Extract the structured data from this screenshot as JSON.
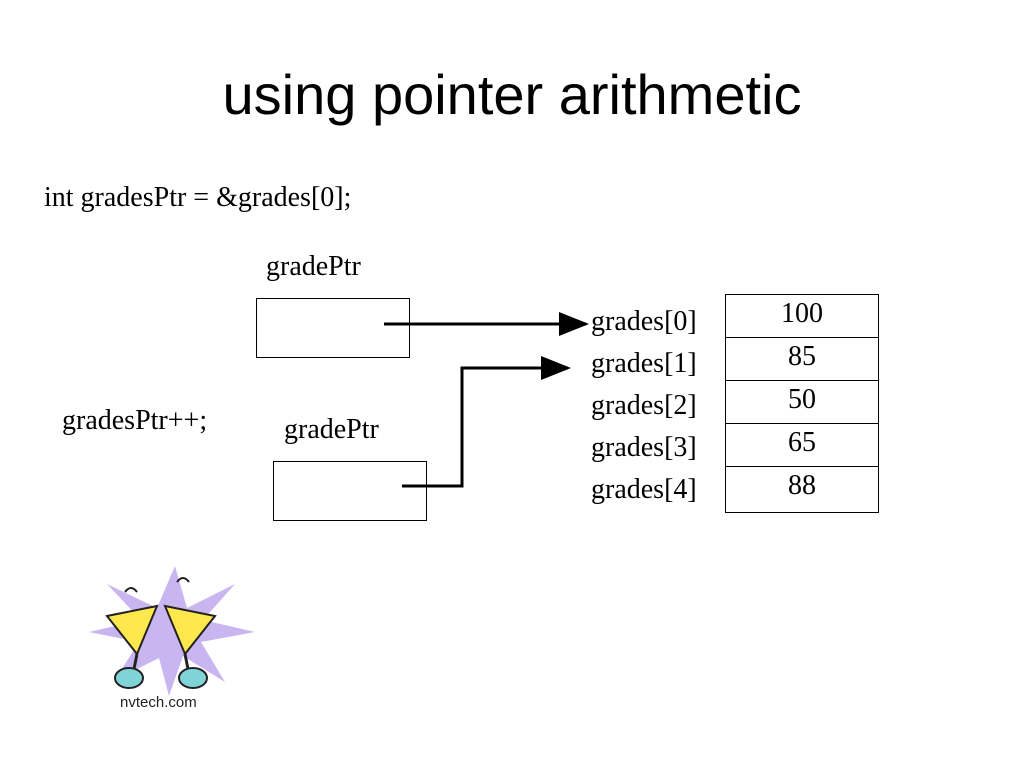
{
  "slide": {
    "title": "using pointer arithmetic",
    "code_line_1": "int gradesPtr = &grades[0];",
    "code_line_2": "gradesPtr++;",
    "pointer_label_1": "gradePtr",
    "pointer_label_2": "gradePtr"
  },
  "array": {
    "labels": [
      "grades[0]",
      "grades[1]",
      "grades[2]",
      "grades[3]",
      "grades[4]"
    ],
    "values": [
      "100",
      "85",
      "50",
      "65",
      "88"
    ]
  },
  "logo": {
    "text": "nvtech.com",
    "colors": {
      "burst": "#c9b6f0",
      "glass": "#ffe84d",
      "base": "#7fd4d8"
    }
  }
}
